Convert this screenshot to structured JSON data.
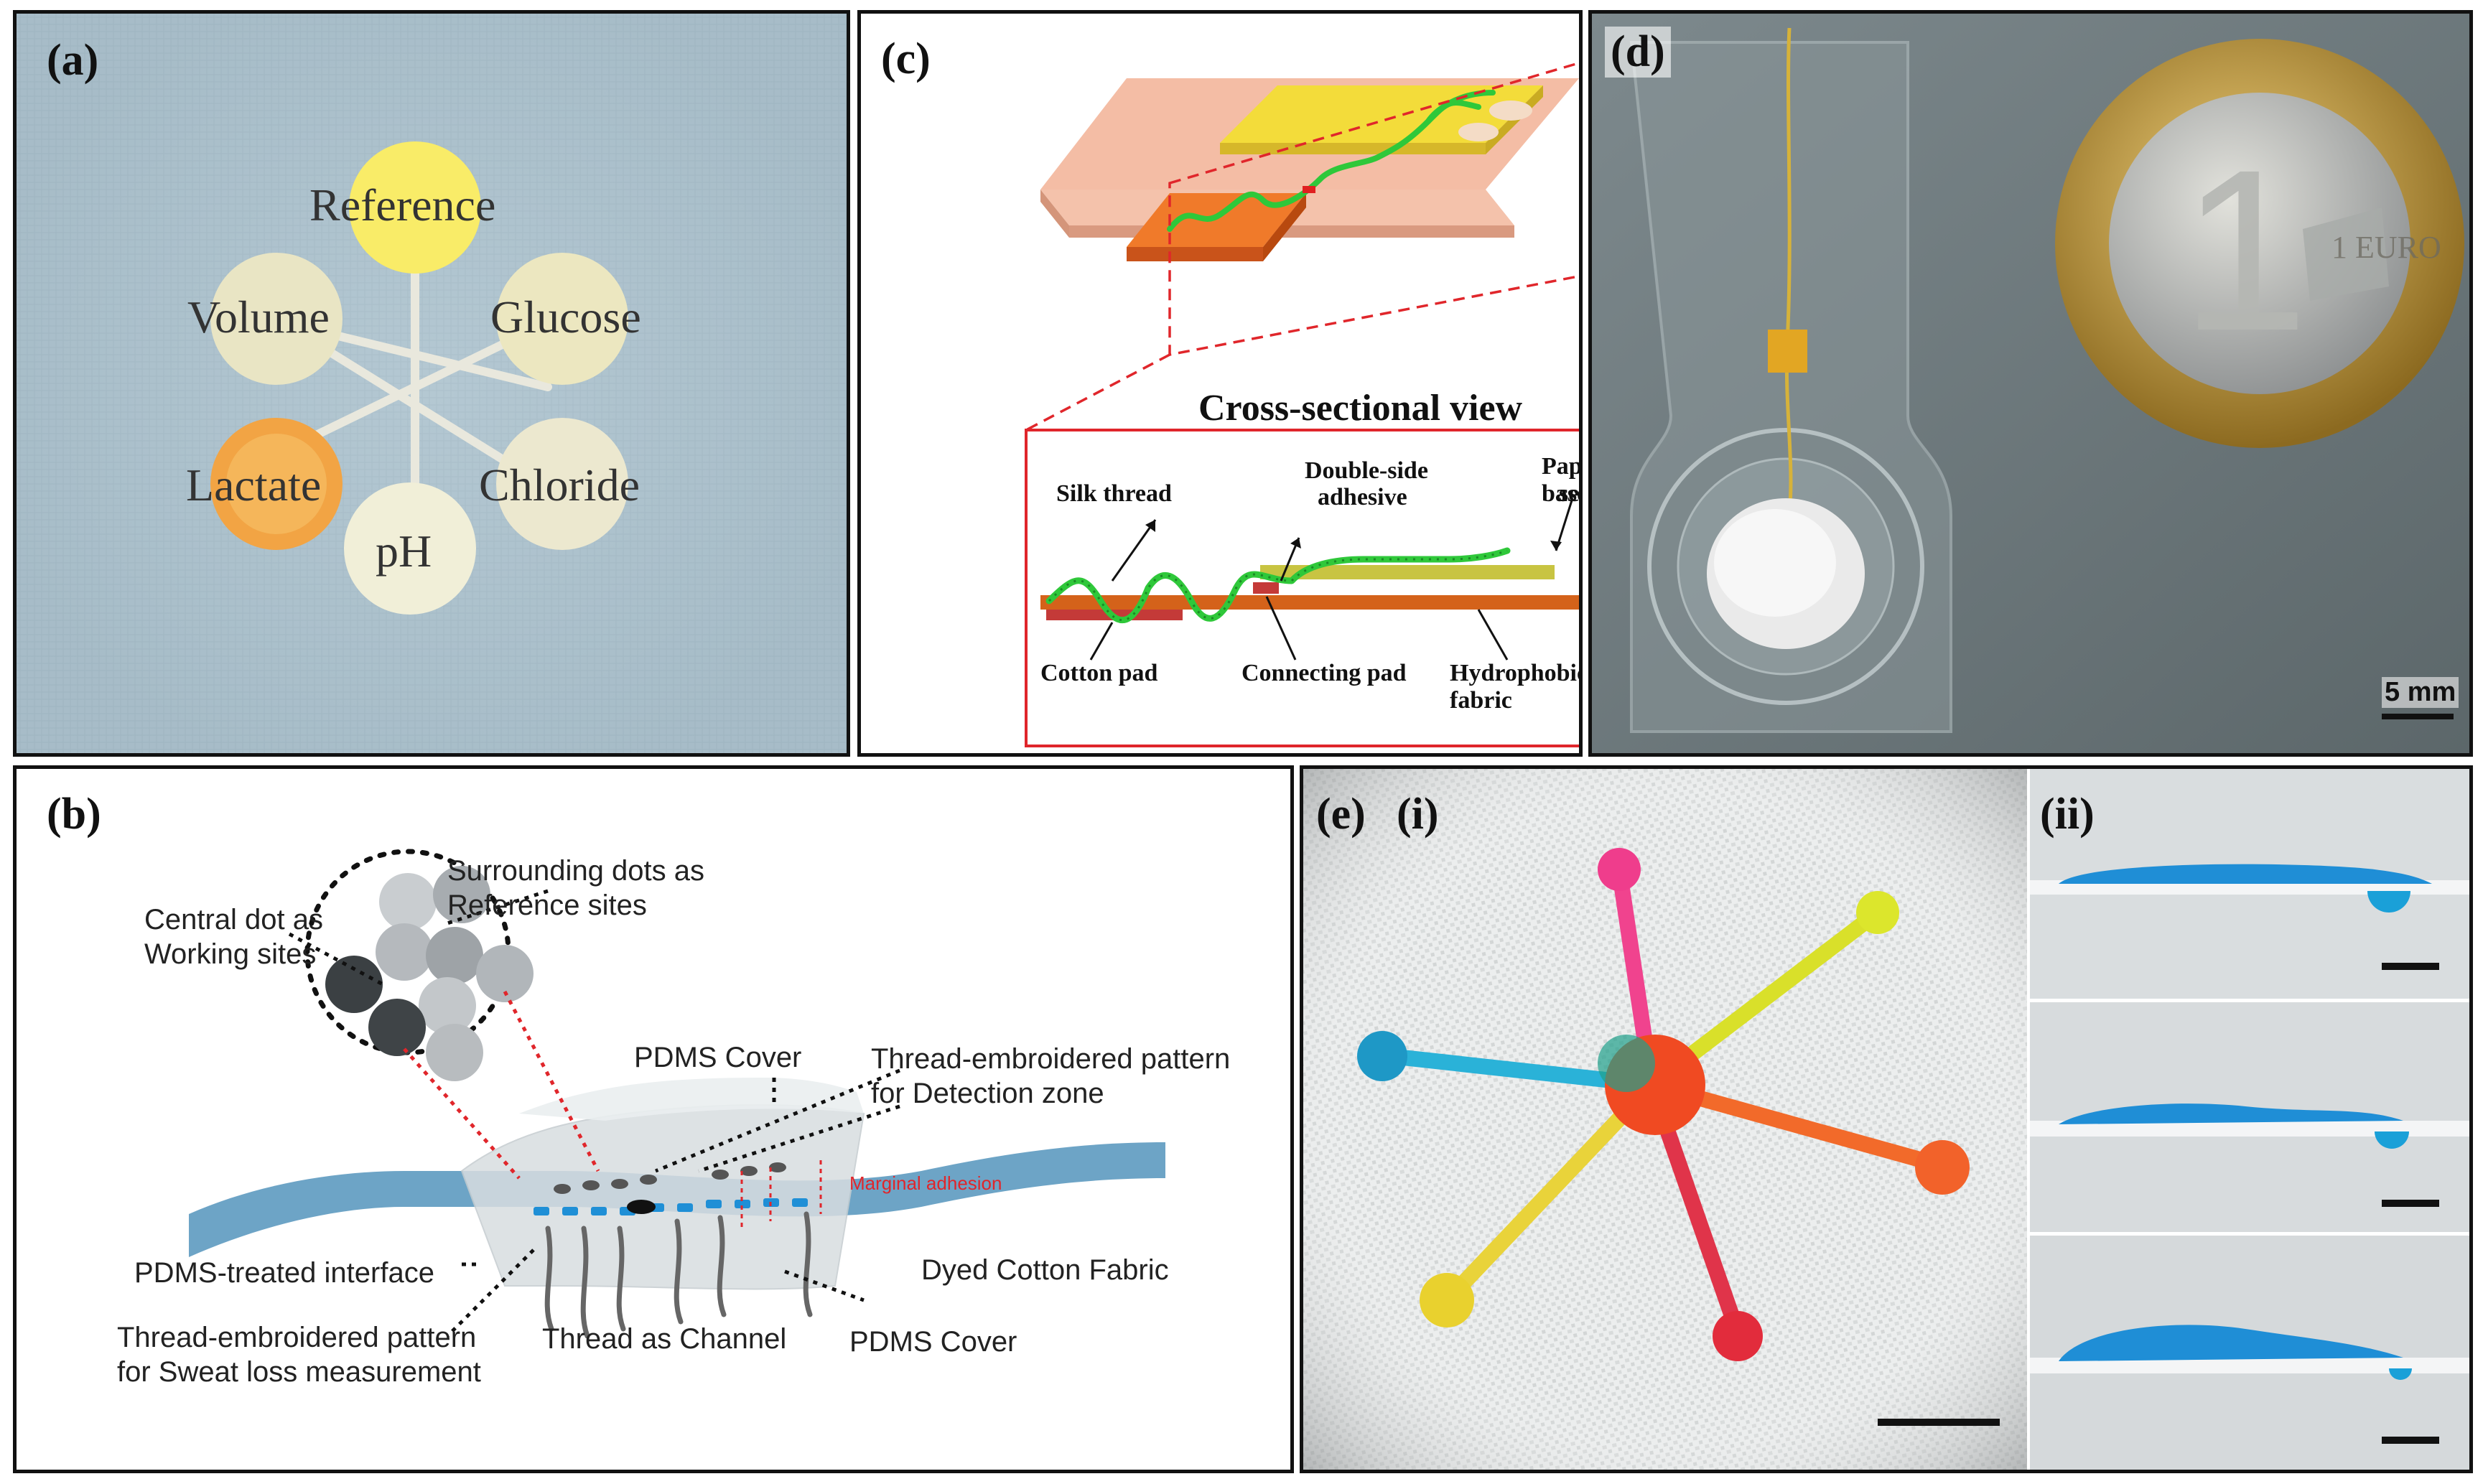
{
  "panels": {
    "a": {
      "label": "(a)",
      "spots": {
        "reference": "Reference",
        "volume": "Volume",
        "glucose": "Glucose",
        "lactate": "Lactate",
        "chloride": "Chloride",
        "ph": "pH"
      }
    },
    "b": {
      "label": "(b)",
      "annotations": {
        "surrounding_dots_1": "Surrounding dots as",
        "surrounding_dots_2": "Reference sites",
        "central_dot_1": "Central dot as",
        "central_dot_2": "Working sites",
        "pdms_cover_top": "PDMS Cover",
        "thread_pattern_detection_1": "Thread-embroidered pattern",
        "thread_pattern_detection_2": "for Detection zone",
        "marginal_adhesion": "Marginal adhesion",
        "pdms_interface": "PDMS-treated interface",
        "dyed_cotton": "Dyed Cotton Fabric",
        "thread_pattern_sweat_1": "Thread-embroidered pattern",
        "thread_pattern_sweat_2": "for Sweat loss measurement",
        "thread_channel": "Thread as Channel",
        "pdms_cover_bottom": "PDMS Cover"
      }
    },
    "c": {
      "label": "(c)",
      "title": "Cross-sectional view",
      "annotations": {
        "silk_thread": "Silk thread",
        "double_side_1": "Double-side",
        "double_side_2": "adhesive",
        "paper_sensor_1": "Paper-based",
        "paper_sensor_2": "sensor",
        "cotton_pad": "Cotton pad",
        "connecting_pad": "Connecting pad",
        "hydrophobic_fabric": "Hydrophobic fabric"
      }
    },
    "d": {
      "label": "(d)",
      "scale_bar": "5 mm",
      "coin_text": "1 EURO"
    },
    "e": {
      "label": "(e)",
      "sub_i": "(i)",
      "sub_ii": "(ii)"
    }
  },
  "colors": {
    "border": "#111111",
    "red_dash": "#e0262b",
    "thread_green": "#2fc83a",
    "fabric_orange": "#d4621a",
    "paper_yellow": "#c8c442",
    "pdms_blue": "#4f93b8",
    "dye_blue": "#1aa0d8"
  }
}
